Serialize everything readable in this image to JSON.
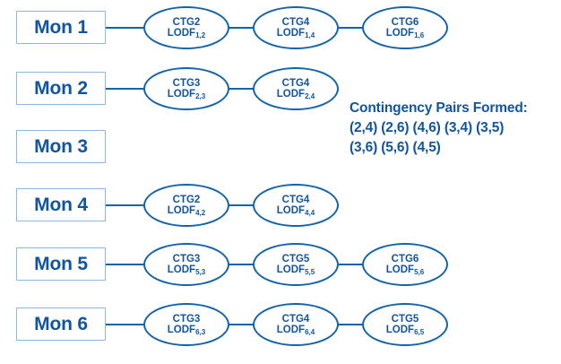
{
  "diagram": {
    "accent_color": "#1463a8",
    "text_color": "#11559e",
    "box_border_color": "#8fb8dd",
    "background_color": "#ffffff",
    "rows": [
      {
        "monitor_label": "Mon 1",
        "nodes": [
          {
            "ctg": "CTG2",
            "lodf": "LODF",
            "sub": "1,2"
          },
          {
            "ctg": "CTG4",
            "lodf": "LODF",
            "sub": "1,4"
          },
          {
            "ctg": "CTG6",
            "lodf": "LODF",
            "sub": "1,6"
          }
        ]
      },
      {
        "monitor_label": "Mon 2",
        "nodes": [
          {
            "ctg": "CTG3",
            "lodf": "LODF",
            "sub": "2,3"
          },
          {
            "ctg": "CTG4",
            "lodf": "LODF",
            "sub": "2,4"
          }
        ]
      },
      {
        "monitor_label": "Mon 3",
        "nodes": []
      },
      {
        "monitor_label": "Mon 4",
        "nodes": [
          {
            "ctg": "CTG2",
            "lodf": "LODF",
            "sub": "4,2"
          },
          {
            "ctg": "CTG4",
            "lodf": "LODF",
            "sub": "4,4"
          }
        ]
      },
      {
        "monitor_label": "Mon 5",
        "nodes": [
          {
            "ctg": "CTG3",
            "lodf": "LODF",
            "sub": "5,3"
          },
          {
            "ctg": "CTG5",
            "lodf": "LODF",
            "sub": "5,5"
          },
          {
            "ctg": "CTG6",
            "lodf": "LODF",
            "sub": "5,6"
          }
        ]
      },
      {
        "monitor_label": "Mon 6",
        "nodes": [
          {
            "ctg": "CTG3",
            "lodf": "LODF",
            "sub": "6,3"
          },
          {
            "ctg": "CTG4",
            "lodf": "LODF",
            "sub": "6,4"
          },
          {
            "ctg": "CTG5",
            "lodf": "LODF",
            "sub": "6,5"
          }
        ]
      }
    ]
  },
  "pairs_panel": {
    "title": "Contingency Pairs Formed:",
    "lines": [
      "(2,4) (2,6) (4,6) (3,4) (3,5)",
      "(3,6) (5,6) (4,5)"
    ]
  }
}
